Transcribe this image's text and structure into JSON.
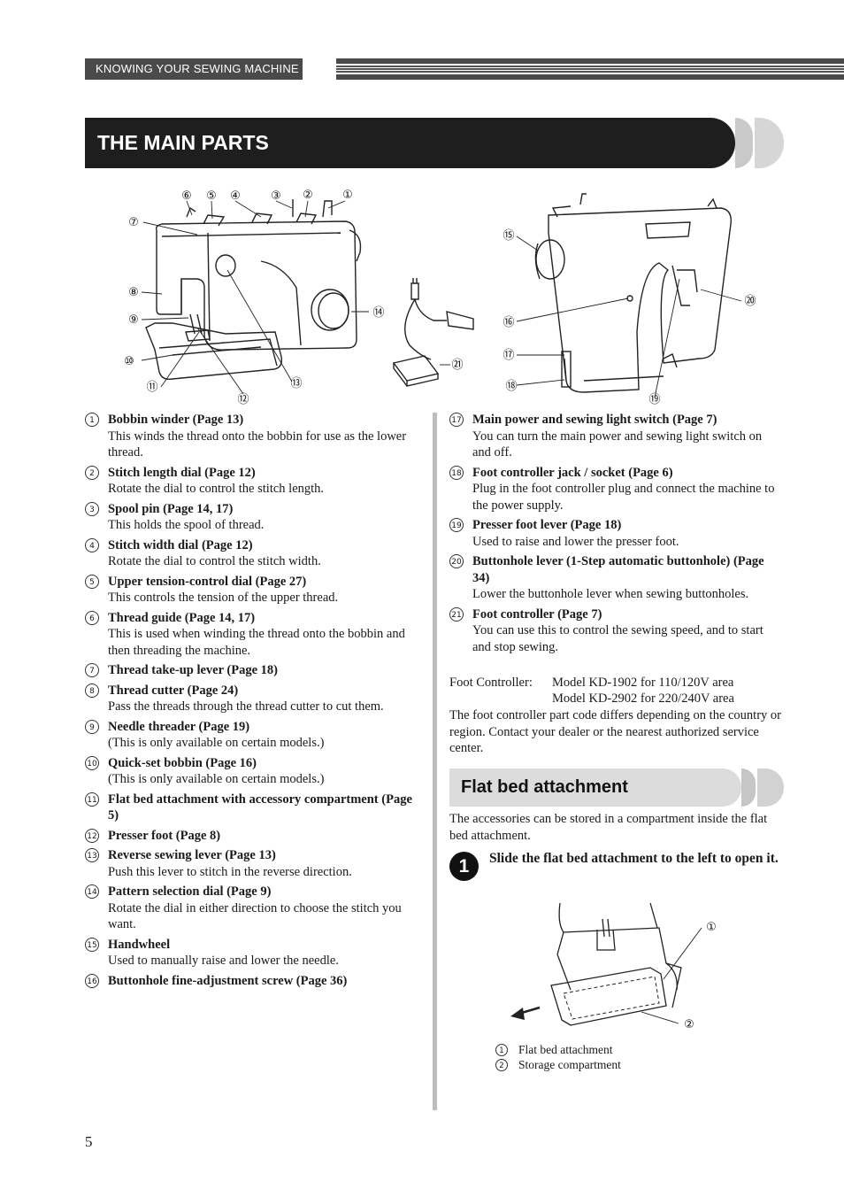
{
  "chapter": "KNOWING YOUR SEWING MACHINE",
  "title": "THE MAIN PARTS",
  "figure_callouts": {
    "front": [
      "⑥",
      "⑤",
      "④",
      "③",
      "②",
      "①",
      "⑦",
      "⑧",
      "⑨",
      "⑩",
      "⑪",
      "⑫",
      "⑬",
      "⑭"
    ],
    "pedal": [
      "㉑"
    ],
    "back": [
      "⑮",
      "⑯",
      "⑰",
      "⑱",
      "⑲",
      "⑳"
    ]
  },
  "parts_left": [
    {
      "num": "1",
      "title": "Bobbin winder (Page 13)",
      "desc": "This winds the thread onto the bobbin for use as the lower thread."
    },
    {
      "num": "2",
      "title": "Stitch length dial (Page 12)",
      "desc": "Rotate the dial to control the stitch length."
    },
    {
      "num": "3",
      "title": "Spool pin (Page 14, 17)",
      "desc": "This holds the spool of thread."
    },
    {
      "num": "4",
      "title": "Stitch width dial (Page 12)",
      "desc": "Rotate the dial to control the stitch width."
    },
    {
      "num": "5",
      "title": "Upper tension-control dial (Page 27)",
      "desc": "This controls the tension of the upper thread."
    },
    {
      "num": "6",
      "title": "Thread guide (Page 14, 17)",
      "desc": "This is used when winding the thread onto the bobbin and then threading the machine."
    },
    {
      "num": "7",
      "title": "Thread take-up lever (Page 18)",
      "desc": ""
    },
    {
      "num": "8",
      "title": "Thread cutter (Page 24)",
      "desc": "Pass the threads through the thread cutter to cut them."
    },
    {
      "num": "9",
      "title": "Needle threader (Page 19)",
      "desc": "(This is only available on certain models.)"
    },
    {
      "num": "10",
      "title": "Quick-set bobbin (Page 16)",
      "desc": "(This is only available on certain models.)"
    },
    {
      "num": "11",
      "title": "Flat bed attachment with accessory compartment (Page 5)",
      "desc": ""
    },
    {
      "num": "12",
      "title": "Presser foot (Page 8)",
      "desc": ""
    },
    {
      "num": "13",
      "title": "Reverse sewing lever (Page 13)",
      "desc": "Push this lever to stitch in the reverse direction."
    },
    {
      "num": "14",
      "title": "Pattern selection dial (Page 9)",
      "desc": "Rotate the dial in either direction to choose the stitch you want."
    },
    {
      "num": "15",
      "title": "Handwheel",
      "desc": "Used to manually raise and lower the needle."
    },
    {
      "num": "16",
      "title": "Buttonhole fine-adjustment screw (Page 36)",
      "desc": ""
    }
  ],
  "parts_right": [
    {
      "num": "17",
      "title": "Main power and sewing light switch (Page 7)",
      "desc": "You can turn the main power and sewing light switch on and off."
    },
    {
      "num": "18",
      "title": "Foot controller jack / socket (Page 6)",
      "desc": "Plug in the foot controller plug and connect the machine to the power supply."
    },
    {
      "num": "19",
      "title": "Presser foot lever (Page 18)",
      "desc": "Used to raise and lower the presser foot."
    },
    {
      "num": "20",
      "title": "Buttonhole lever (1-Step automatic buttonhole) (Page 34)",
      "desc": "Lower the buttonhole lever when sewing buttonholes."
    },
    {
      "num": "21",
      "title": "Foot controller (Page 7)",
      "desc": "You can use this to control the sewing speed, and to start and stop sewing."
    }
  ],
  "foot_controller": {
    "label": "Foot Controller:",
    "model1": "Model KD-1902 for 110/120V area",
    "model2": "Model KD-2902 for 220/240V area",
    "note": "The foot controller part code differs depending on the country or region. Contact your dealer or the nearest authorized service center."
  },
  "flat_bed": {
    "heading": "Flat bed attachment",
    "intro": "The accessories can be stored in a compartment inside the flat bed attachment.",
    "step_num": "1",
    "step_text": "Slide the flat bed attachment to the left to open it.",
    "callouts": [
      "①",
      "②"
    ],
    "legend": [
      {
        "num": "1",
        "text": "Flat bed attachment"
      },
      {
        "num": "2",
        "text": "Storage compartment"
      }
    ]
  },
  "page_number": "5"
}
